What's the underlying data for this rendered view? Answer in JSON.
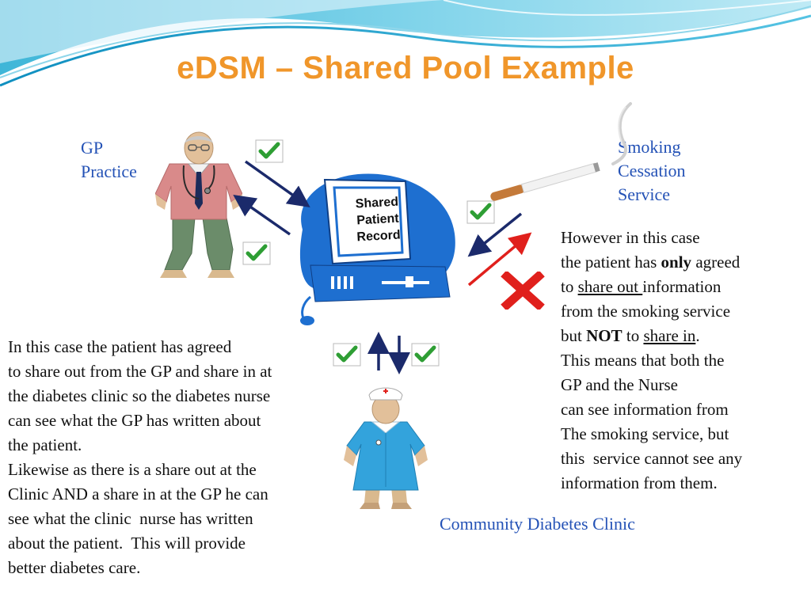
{
  "slide": {
    "title": "eDSM – Shared Pool Example"
  },
  "labels": {
    "gp_line1": "GP",
    "gp_line2": "Practice",
    "smoking_line1": "Smoking",
    "smoking_line2": "Cessation",
    "smoking_line3": "Service",
    "community": "Community Diabetes Clinic",
    "computer_line1": "Shared",
    "computer_line2": "Patient",
    "computer_line3": "Record"
  },
  "left_text": {
    "l1": "In this case the patient has agreed",
    "l2": "to share out from the GP and share in at",
    "l3": "the diabetes clinic so the diabetes nurse",
    "l4": "can see what the GP has written about",
    "l5": "the patient.",
    "l6": "Likewise as there is a share out at the",
    "l7": "Clinic AND a share in at the GP he can",
    "l8": "see what the clinic  nurse has written",
    "l9": "about the patient.  This will provide",
    "l10": "better diabetes care."
  },
  "right_text": {
    "l1": "However in this case",
    "l2a": "the patient has ",
    "l2b": "only",
    "l2c": " agreed",
    "l3a": "to ",
    "l3b": "share out ",
    "l3c": "information",
    "l4": "from the smoking service",
    "l5a": "but ",
    "l5b": "NOT",
    "l5c": " to ",
    "l5d": "share in",
    "l5e": ".",
    "l6": "This means that both the",
    "l7": "GP and the Nurse",
    "l8": "can see information from",
    "l9": "The smoking service, but",
    "l10": "this  service cannot see any",
    "l11": "information from them."
  },
  "colors": {
    "title": "#f0962a",
    "label_blue": "#2452b6",
    "computer_blue": "#1e6fd0",
    "arrow_navy": "#1b2a6b",
    "arrow_red": "#e0201c",
    "check_green": "#2e9e34",
    "cross_red": "#e0201c"
  },
  "icons": {
    "gp": "doctor-icon",
    "nurse": "nurse-icon",
    "computer": "computer-icon",
    "cigarette": "cigarette-icon",
    "check": "checkmark-icon",
    "cross": "cross-icon"
  }
}
